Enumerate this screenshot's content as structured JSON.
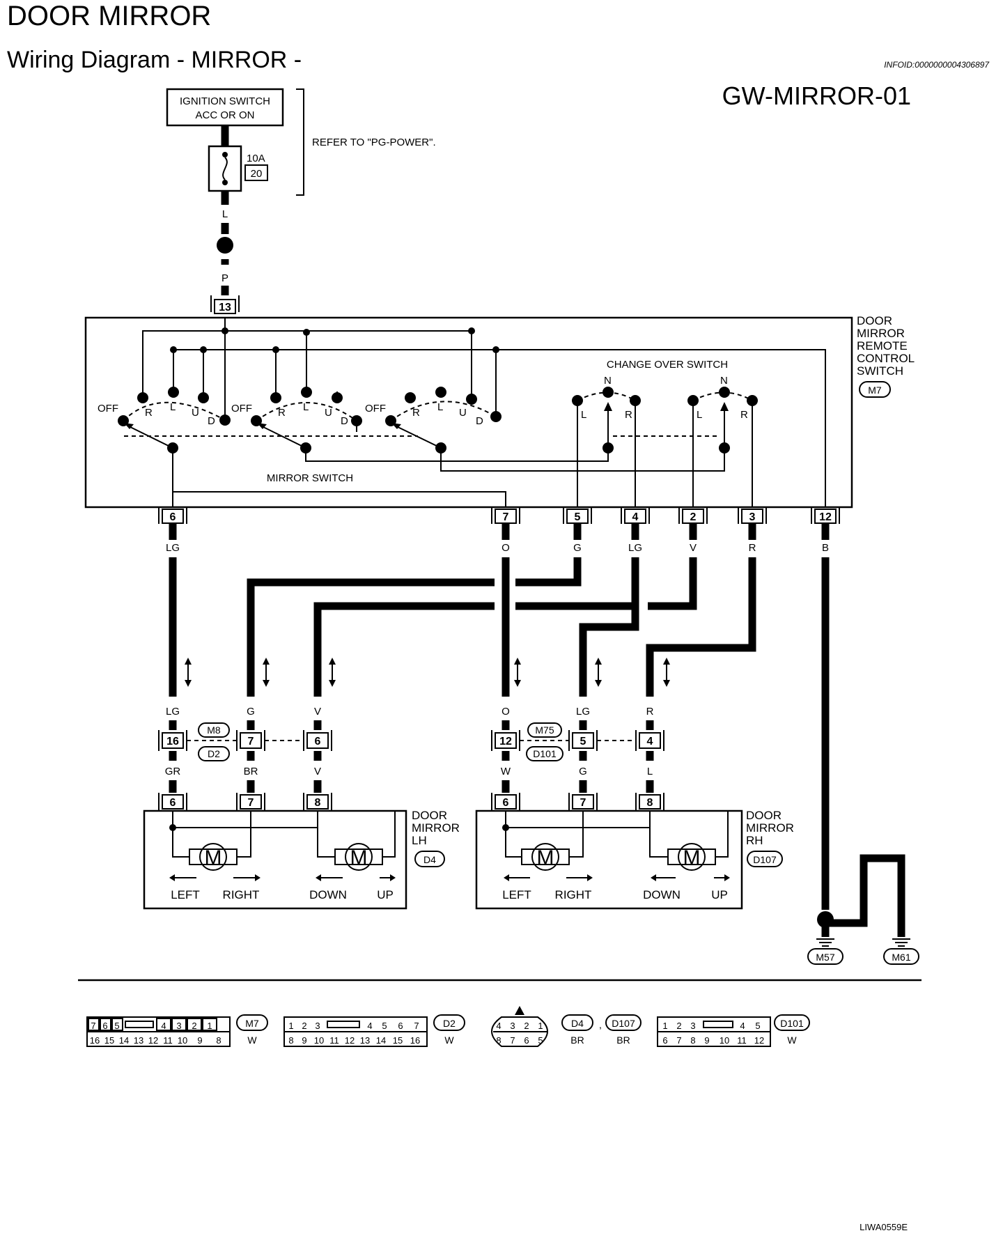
{
  "header": {
    "section_title": "DOOR MIRROR",
    "page_title": "Wiring Diagram - MIRROR -",
    "info_id": "INFOID:0000000004306897",
    "diagram_id": "GW-MIRROR-01"
  },
  "power": {
    "ignition_line1": "IGNITION SWITCH",
    "ignition_line2": "ACC OR ON",
    "fuse_rating": "10A",
    "fuse_number": "20",
    "refer_text": "REFER TO \"PG-POWER\".",
    "wire_color_top": "L",
    "wire_color_bottom": "P",
    "pin": "13"
  },
  "switch_unit": {
    "label_lines": [
      "DOOR",
      "MIRROR",
      "REMOTE",
      "CONTROL",
      "SWITCH"
    ],
    "connector": "M7",
    "mirror_switch_label": "MIRROR SWITCH",
    "change_over_label": "CHANGE OVER SWITCH",
    "positions": {
      "off": "OFF",
      "r": "R",
      "l": "L",
      "u": "U",
      "d": "D",
      "n": "N"
    }
  },
  "output_pins": [
    {
      "pin": "6",
      "color": "LG"
    },
    {
      "pin": "7",
      "color": "O"
    },
    {
      "pin": "5",
      "color": "G"
    },
    {
      "pin": "4",
      "color": "LG"
    },
    {
      "pin": "2",
      "color": "V"
    },
    {
      "pin": "3",
      "color": "R"
    },
    {
      "pin": "12",
      "color": "B"
    }
  ],
  "junctions": {
    "lh": {
      "connector_top": "M8",
      "connector_bottom": "D2",
      "pins": [
        {
          "pin": "16",
          "top_color": "LG",
          "bottom_color": "GR"
        },
        {
          "pin": "7",
          "top_color": "G",
          "bottom_color": "BR"
        },
        {
          "pin": "6",
          "top_color": "V",
          "bottom_color": "V"
        }
      ]
    },
    "rh": {
      "connector_top": "M75",
      "connector_bottom": "D101",
      "pins": [
        {
          "pin": "12",
          "top_color": "O",
          "bottom_color": "W"
        },
        {
          "pin": "5",
          "top_color": "LG",
          "bottom_color": "G"
        },
        {
          "pin": "4",
          "top_color": "R",
          "bottom_color": "L"
        }
      ]
    }
  },
  "mirrors": {
    "lh": {
      "label_lines": [
        "DOOR",
        "MIRROR",
        "LH"
      ],
      "connector": "D4",
      "pins": [
        "6",
        "7",
        "8"
      ]
    },
    "rh": {
      "label_lines": [
        "DOOR",
        "MIRROR",
        "RH"
      ],
      "connector": "D107",
      "pins": [
        "6",
        "7",
        "8"
      ]
    },
    "motor": "M",
    "directions": [
      "LEFT",
      "RIGHT",
      "DOWN",
      "UP"
    ]
  },
  "ground": {
    "wire_color": "B",
    "grounds": [
      "M57",
      "M61"
    ]
  },
  "connectors_legend": [
    {
      "id": "M7",
      "color": "W",
      "top_pins": [
        "7",
        "6",
        "5",
        "",
        "4",
        "3",
        "2",
        "1"
      ],
      "bottom_pins": [
        "16",
        "15",
        "14",
        "13",
        "12",
        "11",
        "10",
        "9",
        "8"
      ]
    },
    {
      "id": "D2",
      "color": "W",
      "top_pins": [
        "1",
        "2",
        "3",
        "",
        "4",
        "5",
        "6",
        "7"
      ],
      "bottom_pins": [
        "8",
        "9",
        "10",
        "11",
        "12",
        "13",
        "14",
        "15",
        "16"
      ]
    },
    {
      "id": "D4",
      "id2": "D107",
      "color": "BR",
      "color2": "BR",
      "separator": ",",
      "top_pins": [
        "4",
        "3",
        "2",
        "1"
      ],
      "bottom_pins": [
        "8",
        "7",
        "6",
        "5"
      ]
    },
    {
      "id": "D101",
      "color": "W",
      "top_pins": [
        "1",
        "2",
        "3",
        "",
        "4",
        "5"
      ],
      "bottom_pins": [
        "6",
        "7",
        "8",
        "9",
        "10",
        "11",
        "12"
      ]
    }
  ],
  "footer": {
    "code": "LIWA0559E"
  }
}
